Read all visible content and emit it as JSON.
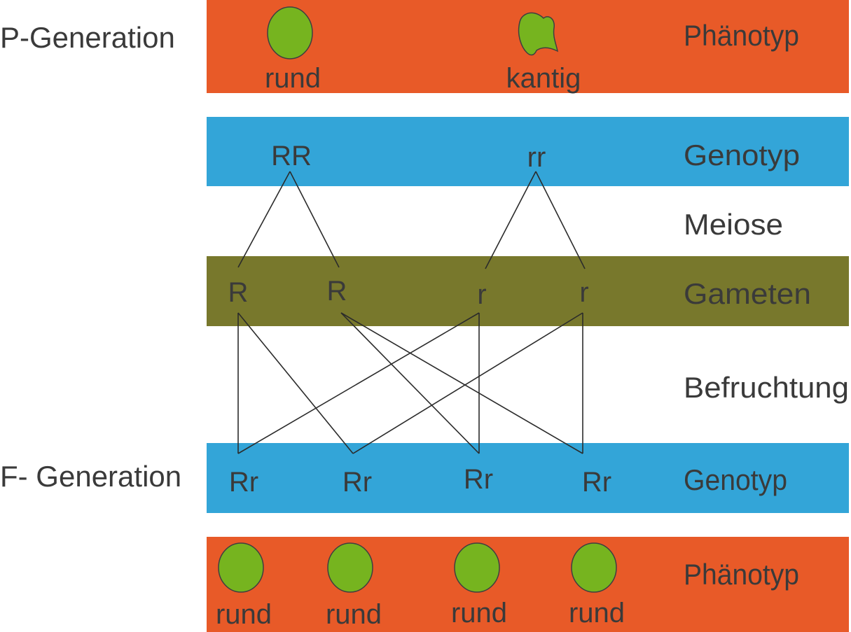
{
  "generations": {
    "p": "P-Generation",
    "f": "F- Generation"
  },
  "row_labels": {
    "p_phenotype": "Phänotyp",
    "p_genotype": "Genotyp",
    "meiosis": "Meiose",
    "gametes": "Gameten",
    "fertilization": "Befruchtung",
    "f_genotype": "Genotyp",
    "f_phenotype": "Phänotyp"
  },
  "p_generation": {
    "phenotypes": [
      "rund",
      "kantig"
    ],
    "genotypes": [
      "RR",
      "rr"
    ]
  },
  "gametes": [
    "R",
    "R",
    "r",
    "r"
  ],
  "f_generation": {
    "genotypes": [
      "Rr",
      "Rr",
      "Rr",
      "Rr"
    ],
    "phenotypes": [
      "rund",
      "rund",
      "rund",
      "rund"
    ]
  },
  "colors": {
    "phenotype_band": "#e85a28",
    "genotype_band": "#33a5d8",
    "gamete_band": "#78782c",
    "pea": "#76b41f",
    "text": "#3a3a3a"
  }
}
